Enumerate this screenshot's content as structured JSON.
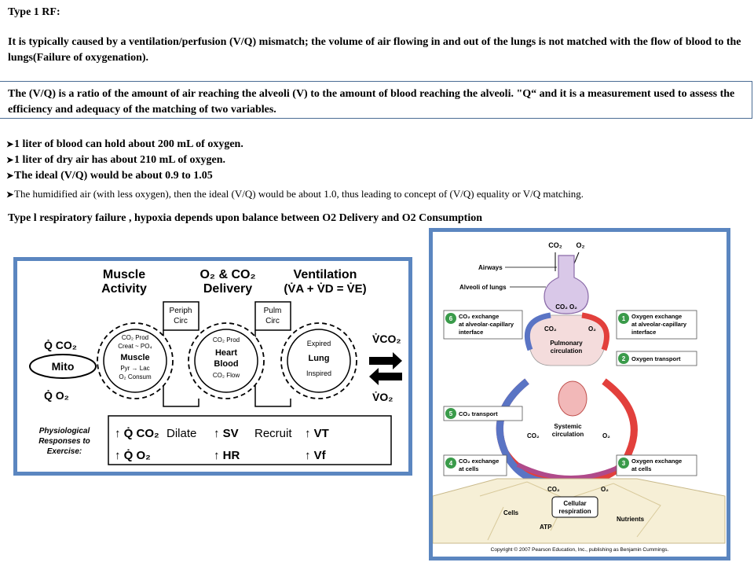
{
  "heading": "Type 1 RF:",
  "intro": "It is typically caused by a ventilation/perfusion (V/Q) mismatch; the volume of air flowing in and out of the lungs is not matched with the flow of blood to the lungs(Failure of oxygenation).",
  "definition": "The (V/Q) is a ratio of the amount of air reaching the alveoli (V) to the amount of blood reaching the alveoli. \"Q“ and it is a measurement used to assess the efficiency and adequacy of the matching of two variables.",
  "bullets": [
    "1 liter of blood can hold about 200 mL of oxygen.",
    "1 liter of dry air has about 210 mL of oxygen.",
    "The ideal (V/Q) would be about 0.9 to 1.05"
  ],
  "bullet_humidified": "The humidified air (with less oxygen), then the ideal (V/Q) would be about 1.0, thus leading to concept of (V/Q) equality or V/Q matching.",
  "type_line": "Type l respiratory failure , hypoxia depends upon balance between O2  Delivery and O2 Consumption",
  "left_figure": {
    "title_muscle_1": "Muscle",
    "title_muscle_2": "Activity",
    "title_delivery_1": "O₂ & CO₂",
    "title_delivery_2": "Delivery",
    "title_ventilation_1": "Ventilation",
    "title_ventilation_2": "(V̇A + V̇D = V̇E)",
    "periph_1": "Periph",
    "periph_2": "Circ",
    "pulm_1": "Pulm",
    "pulm_2": "Circ",
    "qco2": "Q̇ CO₂",
    "mito": "Mito",
    "qo2": "Q̇ O₂",
    "vco2": "V̇CO₂",
    "vo2": "V̇O₂",
    "gear1": [
      "CO₂ Prod",
      "Creat ~ PO₄",
      "Muscle",
      "Pyr → Lac",
      "O₂ Consum"
    ],
    "gear2": [
      "CO₂ Prod",
      "Heart",
      "Blood",
      "CO₂ Flow"
    ],
    "gear3": [
      "Expired",
      "Lung",
      "Inspired"
    ],
    "resp_label_1": "Physiological",
    "resp_label_2": "Responses to",
    "resp_label_3": "Exercise:",
    "row1": [
      "↑ Q̇ CO₂",
      "Dilate",
      "↑ SV",
      "Recruit",
      "↑ VT"
    ],
    "row2": [
      "↑ Q̇ O₂",
      "↑ HR",
      "↑ Vf"
    ]
  },
  "right_figure": {
    "co2_top": "CO₂",
    "o2_top": "O₂",
    "airways": "Airways",
    "alveoli": "Alveoli of lungs",
    "co2_o2_mid": "CO₂  O₂",
    "step6": "6",
    "step6_label_1": "CO₂ exchange",
    "step6_label_2": "at alveolar-capillary",
    "step6_label_3": "interface",
    "step1": "1",
    "step1_label_1": "Oxygen exchange",
    "step1_label_2": "at alveolar-capillary",
    "step1_label_3": "interface",
    "co2_l": "CO₂",
    "o2_r": "O₂",
    "pulmonary_1": "Pulmonary",
    "pulmonary_2": "circulation",
    "step2": "2",
    "step2_label": "Oxygen transport",
    "step5": "5",
    "step5_label": "CO₂ transport",
    "systemic_1": "Systemic",
    "systemic_2": "circulation",
    "co2_low": "CO₂",
    "o2_low": "O₂",
    "step4": "4",
    "step4_label_1": "CO₂ exchange",
    "step4_label_2": "at cells",
    "step3": "3",
    "step3_label_1": "Oxygen exchange",
    "step3_label_2": "at cells",
    "co2_cell": "CO₂",
    "o2_cell": "O₂",
    "cellular_1": "Cellular",
    "cellular_2": "respiration",
    "cells": "Cells",
    "nutrients": "Nutrients",
    "atp": "ATP",
    "copyright": "Copyright © 2007 Pearson Education, Inc., publishing as Benjamin Cummings."
  },
  "colors": {
    "frame_blue": "#5b86c0",
    "step_green": "#3a9b4a",
    "artery_red": "#e2403c",
    "vein_blue": "#5a74c4"
  }
}
